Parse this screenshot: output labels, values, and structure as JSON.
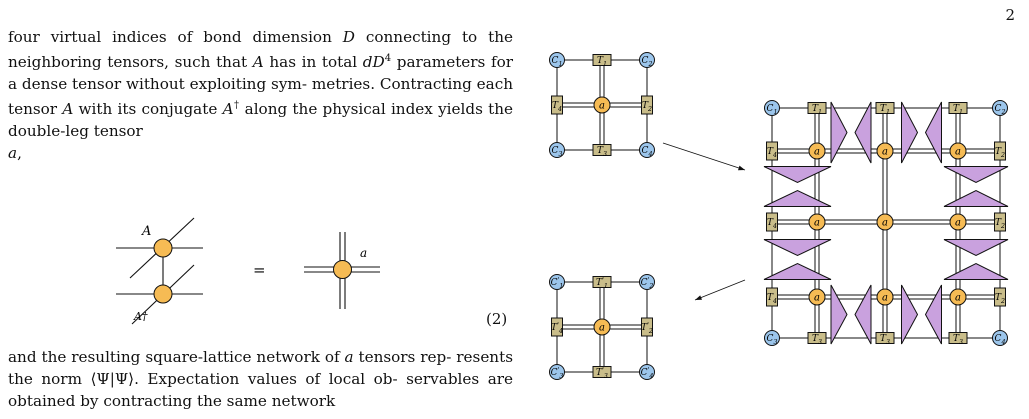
{
  "page_number": "2",
  "paragraph_top": {
    "line1_a": "four virtual indices of bond dimension ",
    "line1_b": "D",
    "line1_c": " connecting to",
    "line2_a": "the neighboring tensors, such that ",
    "line2_b": "A",
    "line2_c": " has in total ",
    "line2_d": "dD",
    "line2_e": "4",
    "line3": "parameters for a dense tensor without exploiting sym-",
    "line4_a": "metries. Contracting each tensor ",
    "line4_b": "A",
    "line4_c": " with its conjugate",
    "line5_a": "A",
    "line5_b": "†",
    "line5_c": " along the physical index yields the double-leg tensor",
    "line6_a": "a",
    "line6_b": ","
  },
  "equation": {
    "label_A": "A",
    "label_A_dagger": "A†",
    "equals": "=",
    "label_a": "a",
    "number": "(2)"
  },
  "paragraph_bottom": {
    "line1_a": "and the resulting square-lattice network of ",
    "line1_b": "a",
    "line1_c": " tensors rep-",
    "line2": "resents the norm ⟨Ψ|Ψ⟩. Expectation values of local ob-",
    "line3": "servables are obtained by contracting the same network"
  },
  "diagram": {
    "top_left": {
      "corners": [
        "C1",
        "C2",
        "C3",
        "C4"
      ],
      "edges": [
        "T1",
        "T2",
        "T3",
        "T4"
      ],
      "center": "a"
    },
    "bottom_left": {
      "corners": [
        "C1'",
        "C2'",
        "C3'",
        "C4'"
      ],
      "edges": [
        "T1'",
        "T2'",
        "T3'",
        "T4'"
      ],
      "center": "a"
    },
    "right": {
      "corners": [
        "C1",
        "C2",
        "C3",
        "C4"
      ],
      "top_edges": [
        "T1",
        "T1",
        "T1"
      ],
      "bottom_edges": [
        "T3",
        "T3",
        "T3"
      ],
      "left_edges": [
        "T4",
        "T4",
        "T4"
      ],
      "right_edges": [
        "T2",
        "T2",
        "T2"
      ],
      "center": "a"
    },
    "colors": {
      "corner": "#9cc6ec",
      "edge": "#c9bd8a",
      "site": "#f6bb54",
      "projector": "#c9a1de"
    }
  }
}
